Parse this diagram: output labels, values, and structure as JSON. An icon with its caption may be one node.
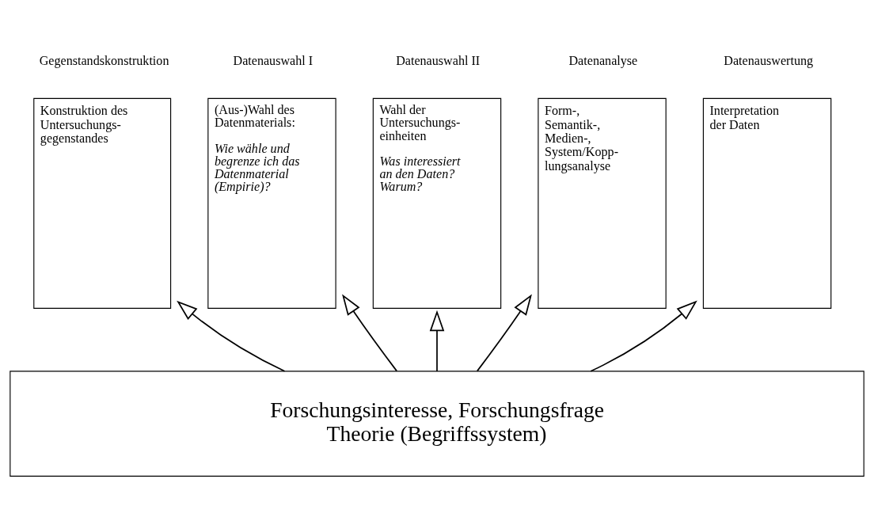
{
  "diagram": {
    "nodes": [
      {
        "text": [
          "Gegenstandskonstruktion",
          "Konstruktion des Untersuchungs- gegenstandes"
        ]
      },
      {
        "text": [
          "Datenauswahl I",
          "(Aus-)Wahl des Datenmaterials:",
          "Wie wähle und begrenze ich das Datenmaterial (Empirie)?"
        ]
      },
      {
        "text": [
          "Datenauswahl II",
          "Wahl der Untersuchungs- einheiten",
          "Was interessiert an den Daten? Warum?"
        ]
      },
      {
        "text": [
          "Datenanalyse",
          "Form-, Semantik-, Medien-, System/Kopp- lungsanalyse"
        ]
      },
      {
        "text": [
          "Datenauswertung",
          "Interpretation der Daten"
        ]
      },
      {
        "text": [
          "Forschungsinteresse, Forschungsfrage Theorie (Begriffssystem)"
        ]
      }
    ],
    "edges": [
      {
        "from": 5,
        "to": 0,
        "arrow": "to"
      },
      {
        "from": 5,
        "to": 1,
        "arrow": "to"
      },
      {
        "from": 5,
        "to": 2,
        "arrow": "to"
      },
      {
        "from": 5,
        "to": 3,
        "arrow": "to"
      },
      {
        "from": 5,
        "to": 4,
        "arrow": "to"
      }
    ]
  }
}
